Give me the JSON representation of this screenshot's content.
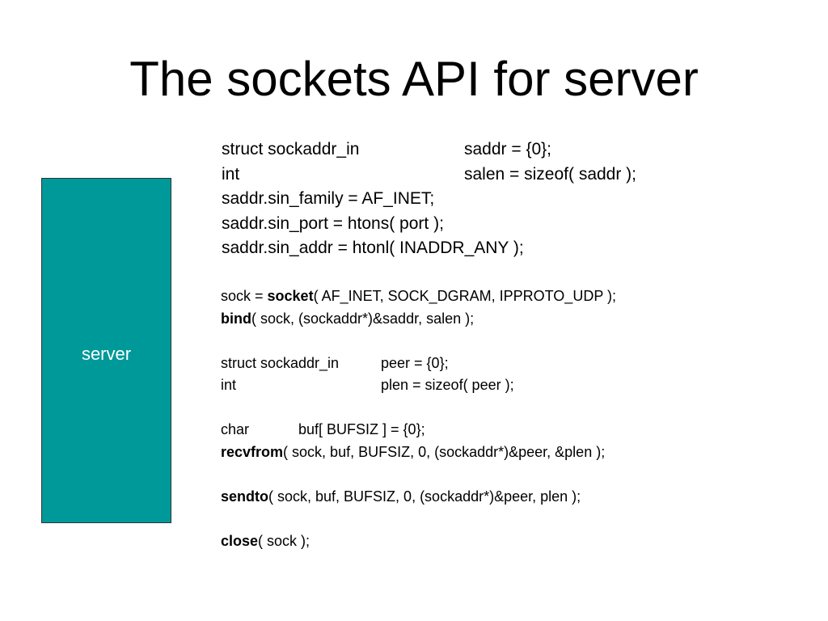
{
  "slide": {
    "title": "The sockets API for server",
    "server_label": "server",
    "colors": {
      "server_box": "#009999",
      "server_text": "#ffffff",
      "text": "#000000",
      "background": "#ffffff"
    }
  },
  "declarations": [
    {
      "left": "struct sockaddr_in",
      "right": "saddr = {0};"
    },
    {
      "left": "int",
      "right": "salen = sizeof( saddr );"
    }
  ],
  "assignments": [
    "saddr.sin_family = AF_INET;",
    "saddr.sin_port = htons( port );",
    "saddr.sin_addr = htonl( INADDR_ANY );"
  ],
  "code": {
    "socket_prefix": "sock = ",
    "socket_kw": "socket",
    "socket_args": "( AF_INET, SOCK_DGRAM, IPPROTO_UDP );",
    "bind_kw": "bind",
    "bind_args": "( sock, (sockaddr*)&saddr, salen );",
    "peer_decl": {
      "left": "struct sockaddr_in",
      "right": "peer = {0};"
    },
    "plen_decl": {
      "left": "int",
      "right": "plen = sizeof( peer );"
    },
    "buf_decl": {
      "left": "char",
      "right": "buf[ BUFSIZ ] = {0};"
    },
    "recvfrom_kw": "recvfrom",
    "recvfrom_args": "( sock, buf, BUFSIZ, 0, (sockaddr*)&peer, &plen );",
    "sendto_kw": "sendto",
    "sendto_args": "( sock, buf, BUFSIZ, 0, (sockaddr*)&peer, plen );",
    "close_kw": "close",
    "close_args": "( sock );"
  }
}
